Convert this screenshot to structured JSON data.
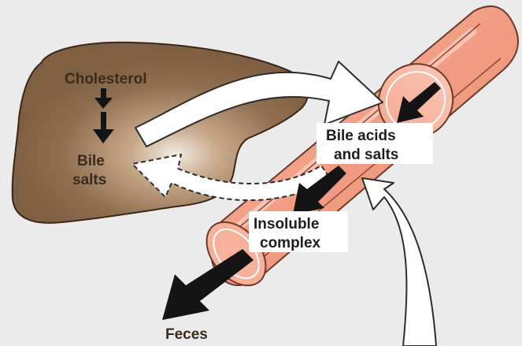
{
  "labels": {
    "cholesterol": "Cholesterol",
    "bile_salts": [
      "Bile",
      "salts"
    ],
    "bile_acids_and_salts": [
      "Bile acids",
      "and salts"
    ],
    "insoluble_complex": [
      "Insoluble",
      "complex"
    ],
    "feces": "Feces"
  },
  "colors": {
    "background": "#ebebeb",
    "liver": "#8b6a4c",
    "liver_outline": "#3a2716",
    "intestine": "#f2a48c",
    "intestine_outline": "#6a3a2c",
    "arrow_dark": "#141414",
    "arrow_light": "#ffffff"
  }
}
